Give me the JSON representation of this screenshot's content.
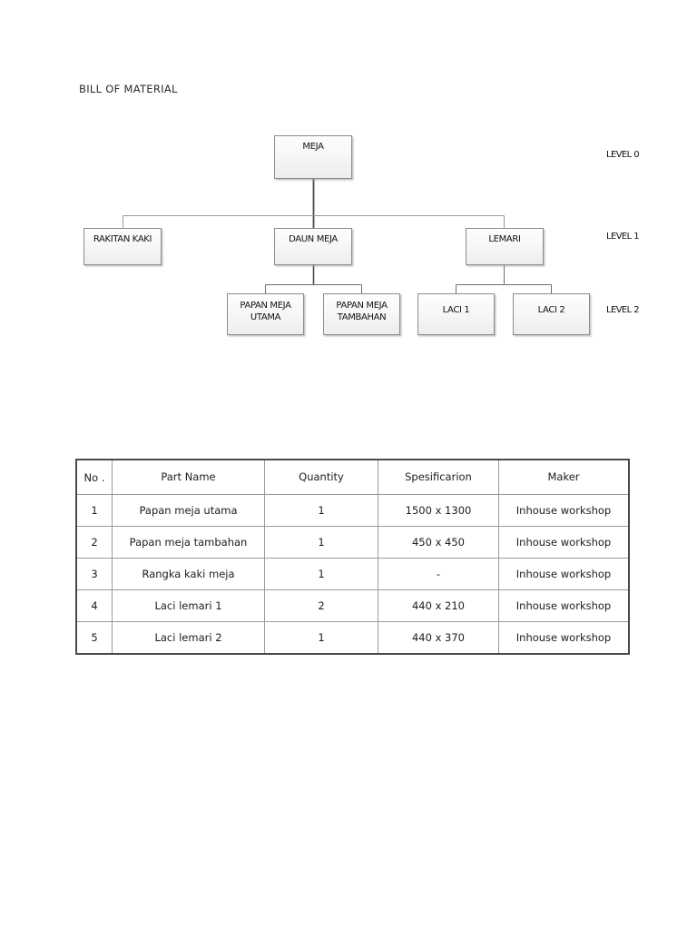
{
  "document": {
    "title": "BILL OF MATERIAL"
  },
  "diagram": {
    "type": "bill-of-material-tree",
    "levels": [
      {
        "id": "level-0",
        "label": "LEVEL 0"
      },
      {
        "id": "level-1",
        "label": "LEVEL 1"
      },
      {
        "id": "level-2",
        "label": "LEVEL 2"
      }
    ],
    "nodes": [
      {
        "id": "meja",
        "label": "MEJA",
        "level": 0
      },
      {
        "id": "rakitan-kaki",
        "label": "RAKITAN KAKI",
        "level": 1
      },
      {
        "id": "daun-meja",
        "label": "DAUN MEJA",
        "level": 1
      },
      {
        "id": "lemari",
        "label": "LEMARI",
        "level": 1
      },
      {
        "id": "papan-meja-utama",
        "label": "PAPAN MEJA UTAMA",
        "level": 2,
        "line1": "PAPAN MEJA",
        "line2": "UTAMA"
      },
      {
        "id": "papan-meja-tambahan",
        "label": "PAPAN MEJA TAMBAHAN",
        "level": 2,
        "line1": "PAPAN MEJA",
        "line2": "TAMBAHAN"
      },
      {
        "id": "laci1",
        "label": "LACI 1",
        "level": 2
      },
      {
        "id": "laci2",
        "label": "LACI 2",
        "level": 2
      }
    ],
    "edges": [
      {
        "from": "meja",
        "to": "rakitan-kaki"
      },
      {
        "from": "meja",
        "to": "daun-meja"
      },
      {
        "from": "meja",
        "to": "lemari"
      },
      {
        "from": "daun-meja",
        "to": "papan-meja-utama"
      },
      {
        "from": "daun-meja",
        "to": "papan-meja-tambahan"
      },
      {
        "from": "lemari",
        "to": "laci1"
      },
      {
        "from": "lemari",
        "to": "laci2"
      }
    ]
  },
  "table": {
    "headers": {
      "no": "No .",
      "part_name": "Part Name",
      "quantity": "Quantity",
      "specification": "Spesificarion",
      "maker": "Maker"
    },
    "rows": [
      {
        "no": "1",
        "part_name": "Papan meja utama",
        "quantity": "1",
        "specification": "1500 x 1300",
        "maker": "Inhouse workshop"
      },
      {
        "no": "2",
        "part_name": "Papan meja tambahan",
        "quantity": "1",
        "specification": "450 x 450",
        "maker": "Inhouse workshop"
      },
      {
        "no": "3",
        "part_name": "Rangka kaki meja",
        "quantity": "1",
        "specification": "-",
        "maker": "Inhouse workshop"
      },
      {
        "no": "4",
        "part_name": "Laci lemari 1",
        "quantity": "2",
        "specification": "440 x 210",
        "maker": "Inhouse workshop"
      },
      {
        "no": "5",
        "part_name": "Laci lemari 2",
        "quantity": "1",
        "specification": "440 x 370",
        "maker": "Inhouse workshop"
      }
    ]
  },
  "colors": {
    "node_border": "#8c8c8c",
    "node_fill_top": "#fdfdfd",
    "node_fill_bottom": "#ededed",
    "connector": "#6e6e6e",
    "table_outer_border": "#4a4a4a",
    "table_inner_border": "#9a9a9a",
    "text": "#1a1a1a"
  }
}
